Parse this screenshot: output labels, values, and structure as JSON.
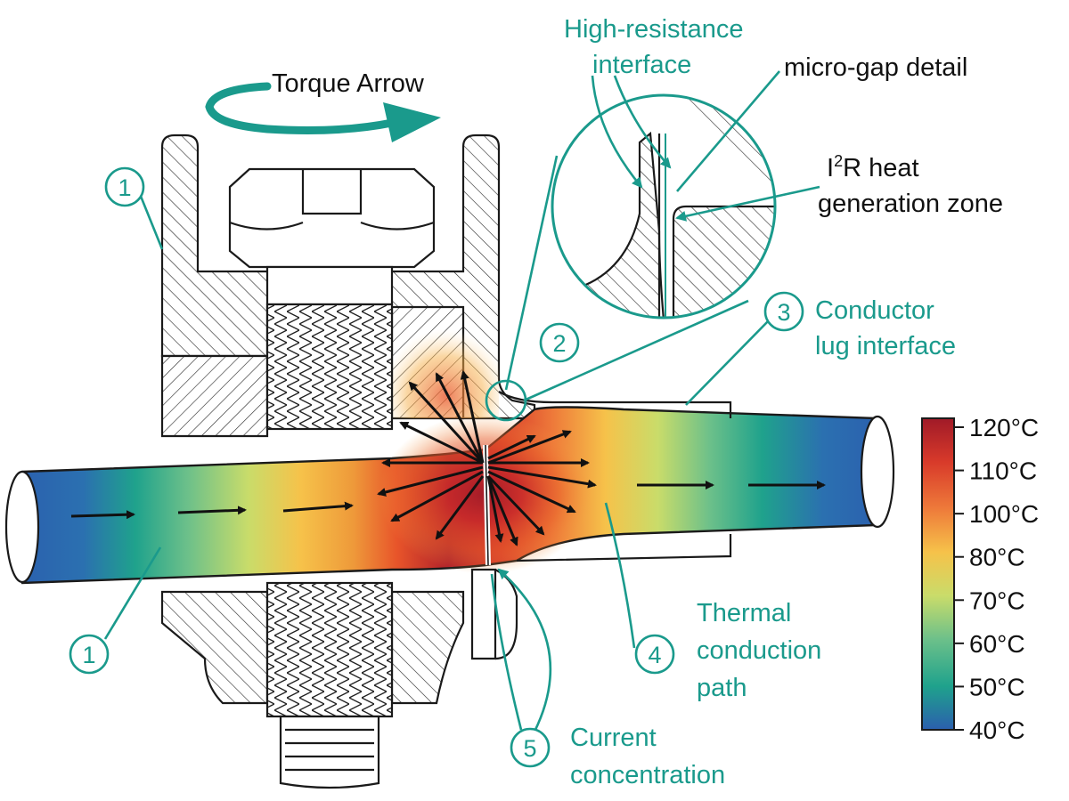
{
  "title": "",
  "labels": {
    "torque": "Torque Arrow",
    "high_resistance": [
      "High-resistance",
      "interface"
    ],
    "micro_gap": "micro-gap detail",
    "i2r_heat_1a": "I",
    "i2r_heat_1sup": "2",
    "i2r_heat_1b": "R heat",
    "i2r_heat_2": "generation zone",
    "conductor_lug": [
      "Conductor",
      "lug interface"
    ],
    "thermal_conduction": [
      "Thermal",
      "conduction",
      "path"
    ],
    "current_concentration": [
      "Current",
      "concentration"
    ]
  },
  "callout_numbers": {
    "n1_top": "1",
    "n1_bottom": "1",
    "n2": "2",
    "n3": "3",
    "n4": "4",
    "n5": "5"
  },
  "scale": {
    "ticks": [
      "120°C",
      "110°C",
      "100°C",
      "80°C",
      "70°C",
      "60°C",
      "50°C",
      "40°C"
    ],
    "colors_top_to_bottom": [
      "#b0202a",
      "#d83a2a",
      "#ee7a3a",
      "#f6c24a",
      "#c9dc6a",
      "#6cc08a",
      "#1fa28c",
      "#2b5fae"
    ]
  },
  "colors": {
    "accent": "#1a9a8c",
    "outline": "#1a1a1a"
  }
}
